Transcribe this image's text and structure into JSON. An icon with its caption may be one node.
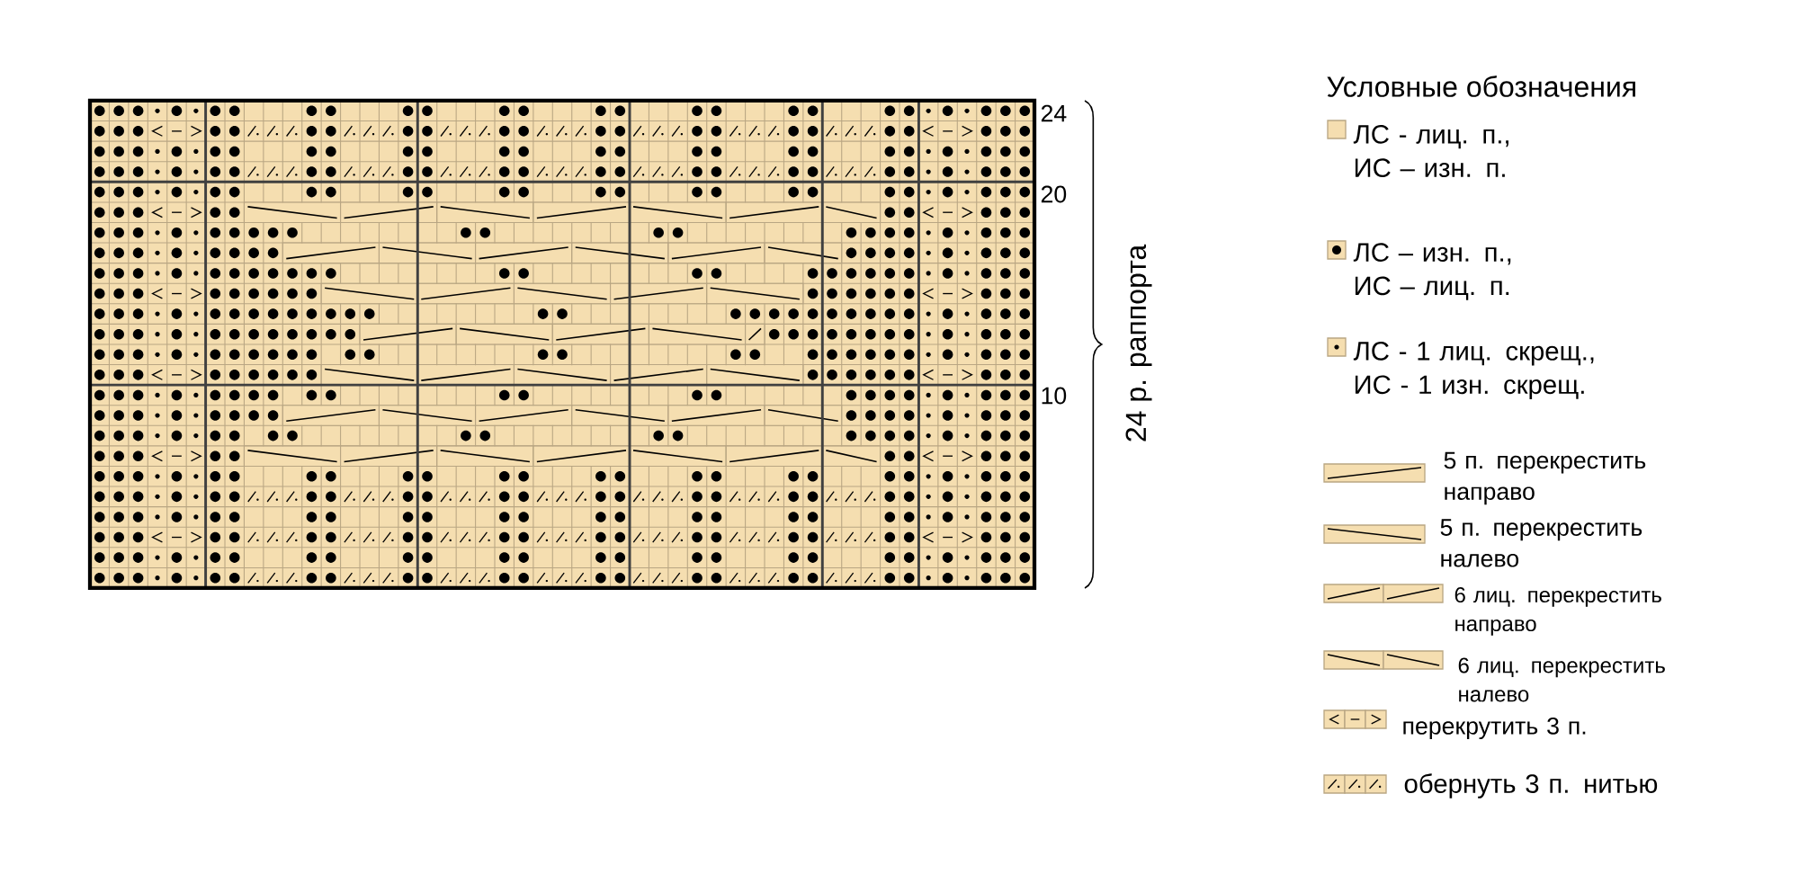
{
  "diagram": {
    "labels": [
      "24",
      "20",
      "10",
      "24 р. раппорта",
      "Условные обозначения"
    ],
    "legend": [
      {
        "text": "ЛС - лиц. п., ИС – изн. п.",
        "color": "#f5deb0"
      },
      {
        "text": "ЛС – изн. п., ИС – лиц. п."
      },
      {
        "text": "ЛС - 1 лиц. скрещ., ИС - 1 изн. скрещ."
      },
      {
        "text": "5 п. перекрестить направо"
      },
      {
        "text": "5 п. перекрестить налево"
      },
      {
        "text": "6 лиц. перекрестить направо"
      },
      {
        "text": "6 лиц. перекрестить налево"
      },
      {
        "text": "перекрутить 3 п."
      },
      {
        "text": "обернуть 3 п. нитью"
      }
    ]
  }
}
